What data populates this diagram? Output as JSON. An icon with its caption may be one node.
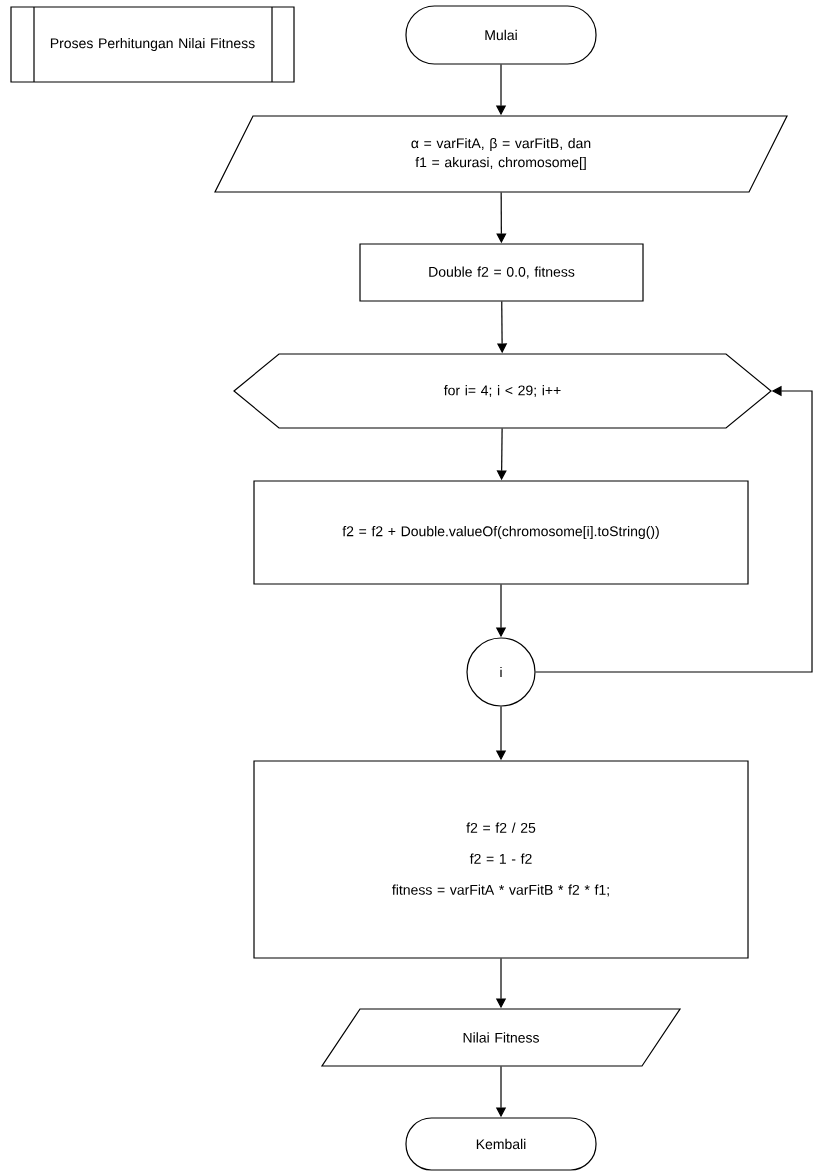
{
  "diagram": {
    "nodes": [
      {
        "text": [
          "Proses Perhitungan Nilai Fitness"
        ]
      },
      {
        "text": [
          "Mulai"
        ]
      },
      {
        "text": [
          "α = varFitA, β = varFitB, dan f1 = akurasi, chromosome[]"
        ]
      },
      {
        "text": [
          "Double f2 = 0.0, fitness"
        ]
      },
      {
        "text": [
          "for i= 4; i < 29; i++"
        ]
      },
      {
        "text": [
          "f2 = f2 + Double.valueOf(chromosome[i].toString())"
        ]
      },
      {
        "text": [
          "i"
        ]
      },
      {
        "text": [
          "f2 = f2 / 25",
          "f2 = 1 - f2",
          "fitness = varFitA * varFitB * f2 * f1;"
        ]
      },
      {
        "text": [
          "Nilai Fitness"
        ]
      },
      {
        "text": [
          "Kembali"
        ]
      }
    ],
    "edges": [
      {
        "from": 1,
        "to": 2,
        "arrow": "to"
      },
      {
        "from": 2,
        "to": 3,
        "arrow": "to"
      },
      {
        "from": 3,
        "to": 4,
        "arrow": "to"
      },
      {
        "from": 4,
        "to": 5,
        "arrow": "to"
      },
      {
        "from": 5,
        "to": 6,
        "arrow": "to"
      },
      {
        "from": 6,
        "to": 4,
        "arrow": "to"
      },
      {
        "from": 6,
        "to": 7,
        "arrow": "to"
      },
      {
        "from": 7,
        "to": 8,
        "arrow": "to"
      },
      {
        "from": 8,
        "to": 9,
        "arrow": "to"
      }
    ]
  }
}
